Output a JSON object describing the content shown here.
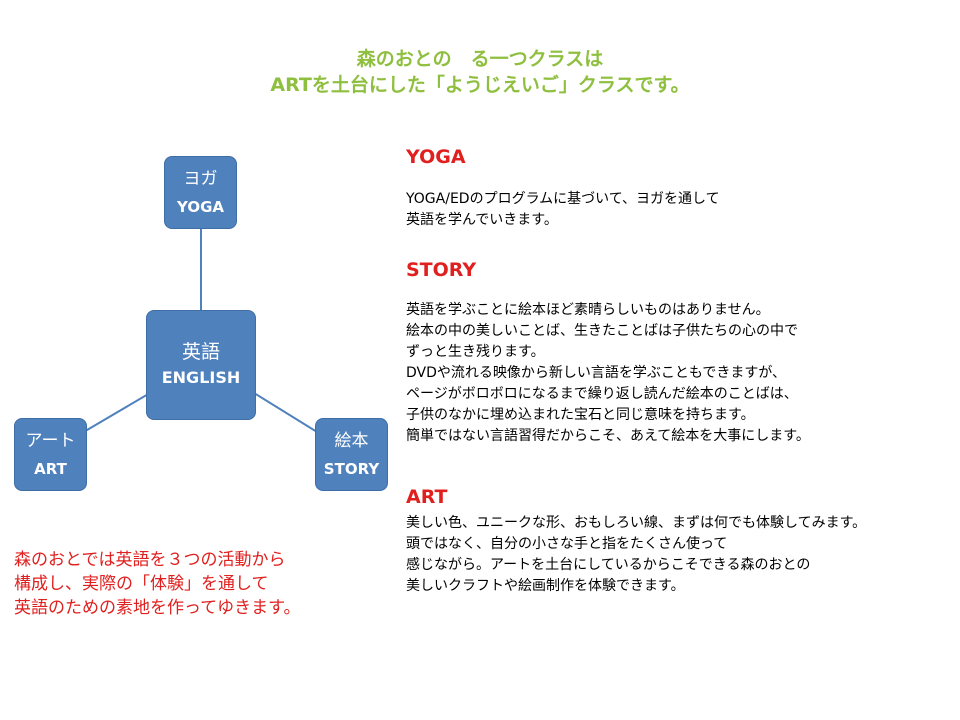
{
  "title": {
    "line1": "森のおとの　る一つクラスは",
    "line2": "ARTを土台にした「ようじえいご」クラスです。"
  },
  "diagram": {
    "center": {
      "jp": "英語",
      "en": "ENGLISH"
    },
    "nodes": {
      "yoga": {
        "jp": "ヨガ",
        "en": "YOGA"
      },
      "art": {
        "jp": "アート",
        "en": "ART"
      },
      "story": {
        "jp": "絵本",
        "en": "STORY"
      }
    },
    "node_color": "#4f81bd"
  },
  "note": {
    "lines": [
      "森のおとでは英語を３つの活動から",
      "構成し、実際の「体験」を通して",
      "英語のための素地を作ってゆきます。"
    ],
    "color": "#e0201f"
  },
  "sections": {
    "yoga": {
      "heading": "YOGA",
      "lines": [
        "YOGA/EDのプログラムに基づいて、ヨガを通して",
        "英語を学んでいきます。"
      ]
    },
    "story": {
      "heading": "STORY",
      "lines": [
        "英語を学ぶことに絵本ほど素晴らしいものはありません。",
        "絵本の中の美しいことば、生きたことばは子供たちの心の中で",
        "ずっと生き残ります。",
        "DVDや流れる映像から新しい言語を学ぶこともできますが、",
        "ページがボロボロになるまで繰り返し読んだ絵本のことばは、",
        "子供のなかに埋め込まれた宝石と同じ意味を持ちます。",
        "簡単ではない言語習得だからこそ、あえて絵本を大事にします。"
      ]
    },
    "art": {
      "heading": "ART",
      "lines": [
        "美しい色、ユニークな形、おもしろい線、まずは何でも体験してみます。",
        "頭ではなく、自分の小さな手と指をたくさん使って",
        "感じながら。アートを土台にしているからこそできる森のおとの",
        "美しいクラフトや絵画制作を体験できます。"
      ]
    }
  },
  "colors": {
    "title": "#8fbf3f",
    "heading": "#e0201f"
  }
}
